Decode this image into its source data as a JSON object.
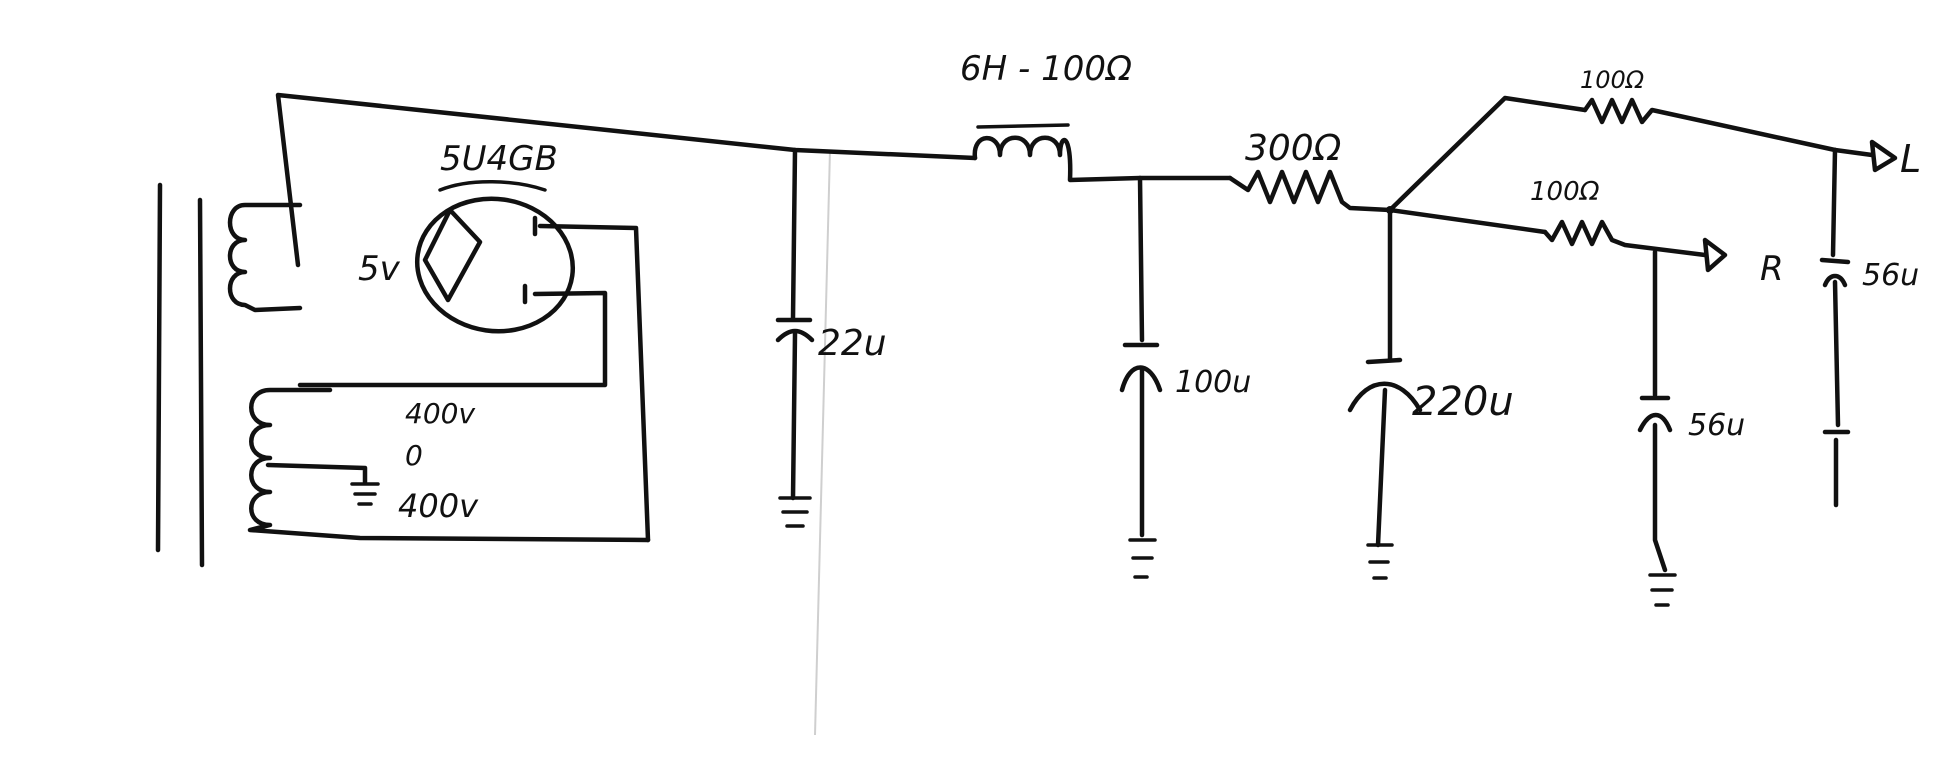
{
  "diagram": {
    "tube": "5U4GB",
    "heater_voltage": "5v",
    "choke": "6H - 100Ω",
    "resistors": {
      "series": "300Ω",
      "left": "100Ω",
      "right": "100Ω"
    },
    "capacitors": {
      "c1": "22u",
      "c2": "100u",
      "c3": "220u",
      "c_right": "56u",
      "c_left": "56u"
    },
    "secondary": {
      "top": "400v",
      "center": "0",
      "bottom": "400v"
    },
    "outputs": {
      "left": "L",
      "right": "R"
    }
  }
}
